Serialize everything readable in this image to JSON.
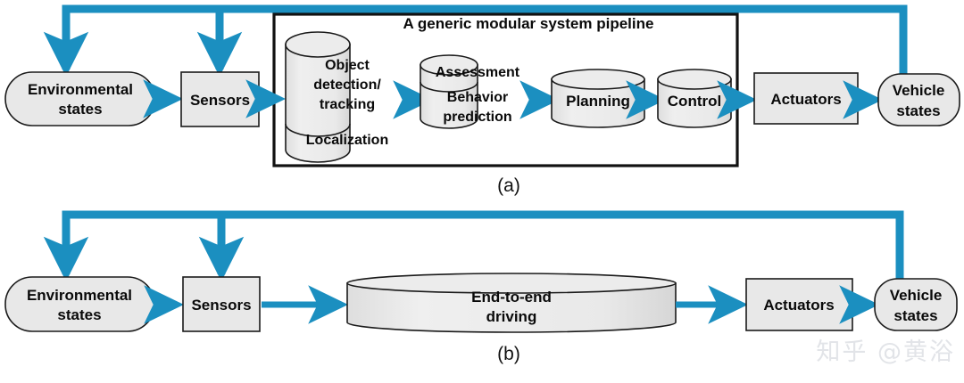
{
  "figure": {
    "watermark": "知乎 @黄浴",
    "accent_color": "#1b8fc0",
    "node_fill": "#e8e8e8",
    "node_stroke": "#1a1a1a",
    "text_color": "#0a0a0a"
  },
  "panel_a": {
    "caption": "(a)",
    "frame_title": "A generic modular system pipeline",
    "nodes": {
      "environmental_states": "Environmental\nstates",
      "environmental_states_line1": "Environmental",
      "environmental_states_line2": "states",
      "sensors": "Sensors",
      "perception_line1": "Object",
      "perception_line2": "detection/",
      "perception_line3": "tracking",
      "localization": "Localization",
      "assessment": "Assessment",
      "behavior_line1": "Behavior",
      "behavior_line2": "prediction",
      "planning": "Planning",
      "control": "Control",
      "actuators": "Actuators",
      "vehicle_states_line1": "Vehicle",
      "vehicle_states_line2": "states"
    }
  },
  "panel_b": {
    "caption": "(b)",
    "nodes": {
      "environmental_states_line1": "Environmental",
      "environmental_states_line2": "states",
      "sensors": "Sensors",
      "end_to_end_line1": "End-to-end",
      "end_to_end_line2": "driving",
      "actuators": "Actuators",
      "vehicle_states_line1": "Vehicle",
      "vehicle_states_line2": "states"
    }
  }
}
